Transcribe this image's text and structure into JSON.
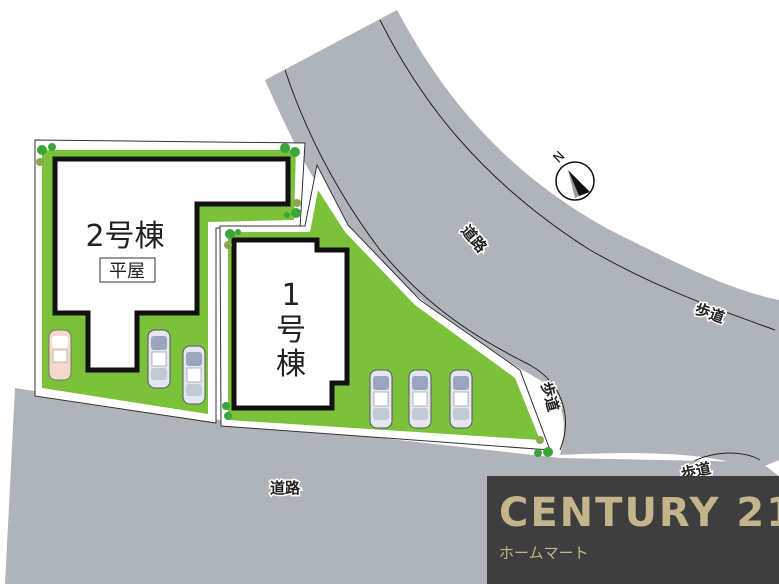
{
  "colors": {
    "road": "#aeb4ba",
    "lawn": "#7cc13a",
    "building_outline": "#111111",
    "logo_background": "#3e3e3e",
    "logo_text": "#c4b48b"
  },
  "buildings": [
    {
      "name": "2号棟",
      "note": "平屋"
    },
    {
      "name_chars": [
        "1",
        "号",
        "棟"
      ]
    }
  ],
  "roads": {
    "upper_road": "道路",
    "lower_road": "道路",
    "sidewalk_right": "歩道",
    "sidewalk_corner": "歩道",
    "sidewalk_bottom_right": "歩道"
  },
  "compass": {
    "label": "N",
    "icon": "north-arrow-icon"
  },
  "parking": {
    "lot2_cars": 3,
    "lot1_cars": 3
  },
  "logo": {
    "brand": "CENTURY 21",
    "subtitle": "ホームマート"
  }
}
